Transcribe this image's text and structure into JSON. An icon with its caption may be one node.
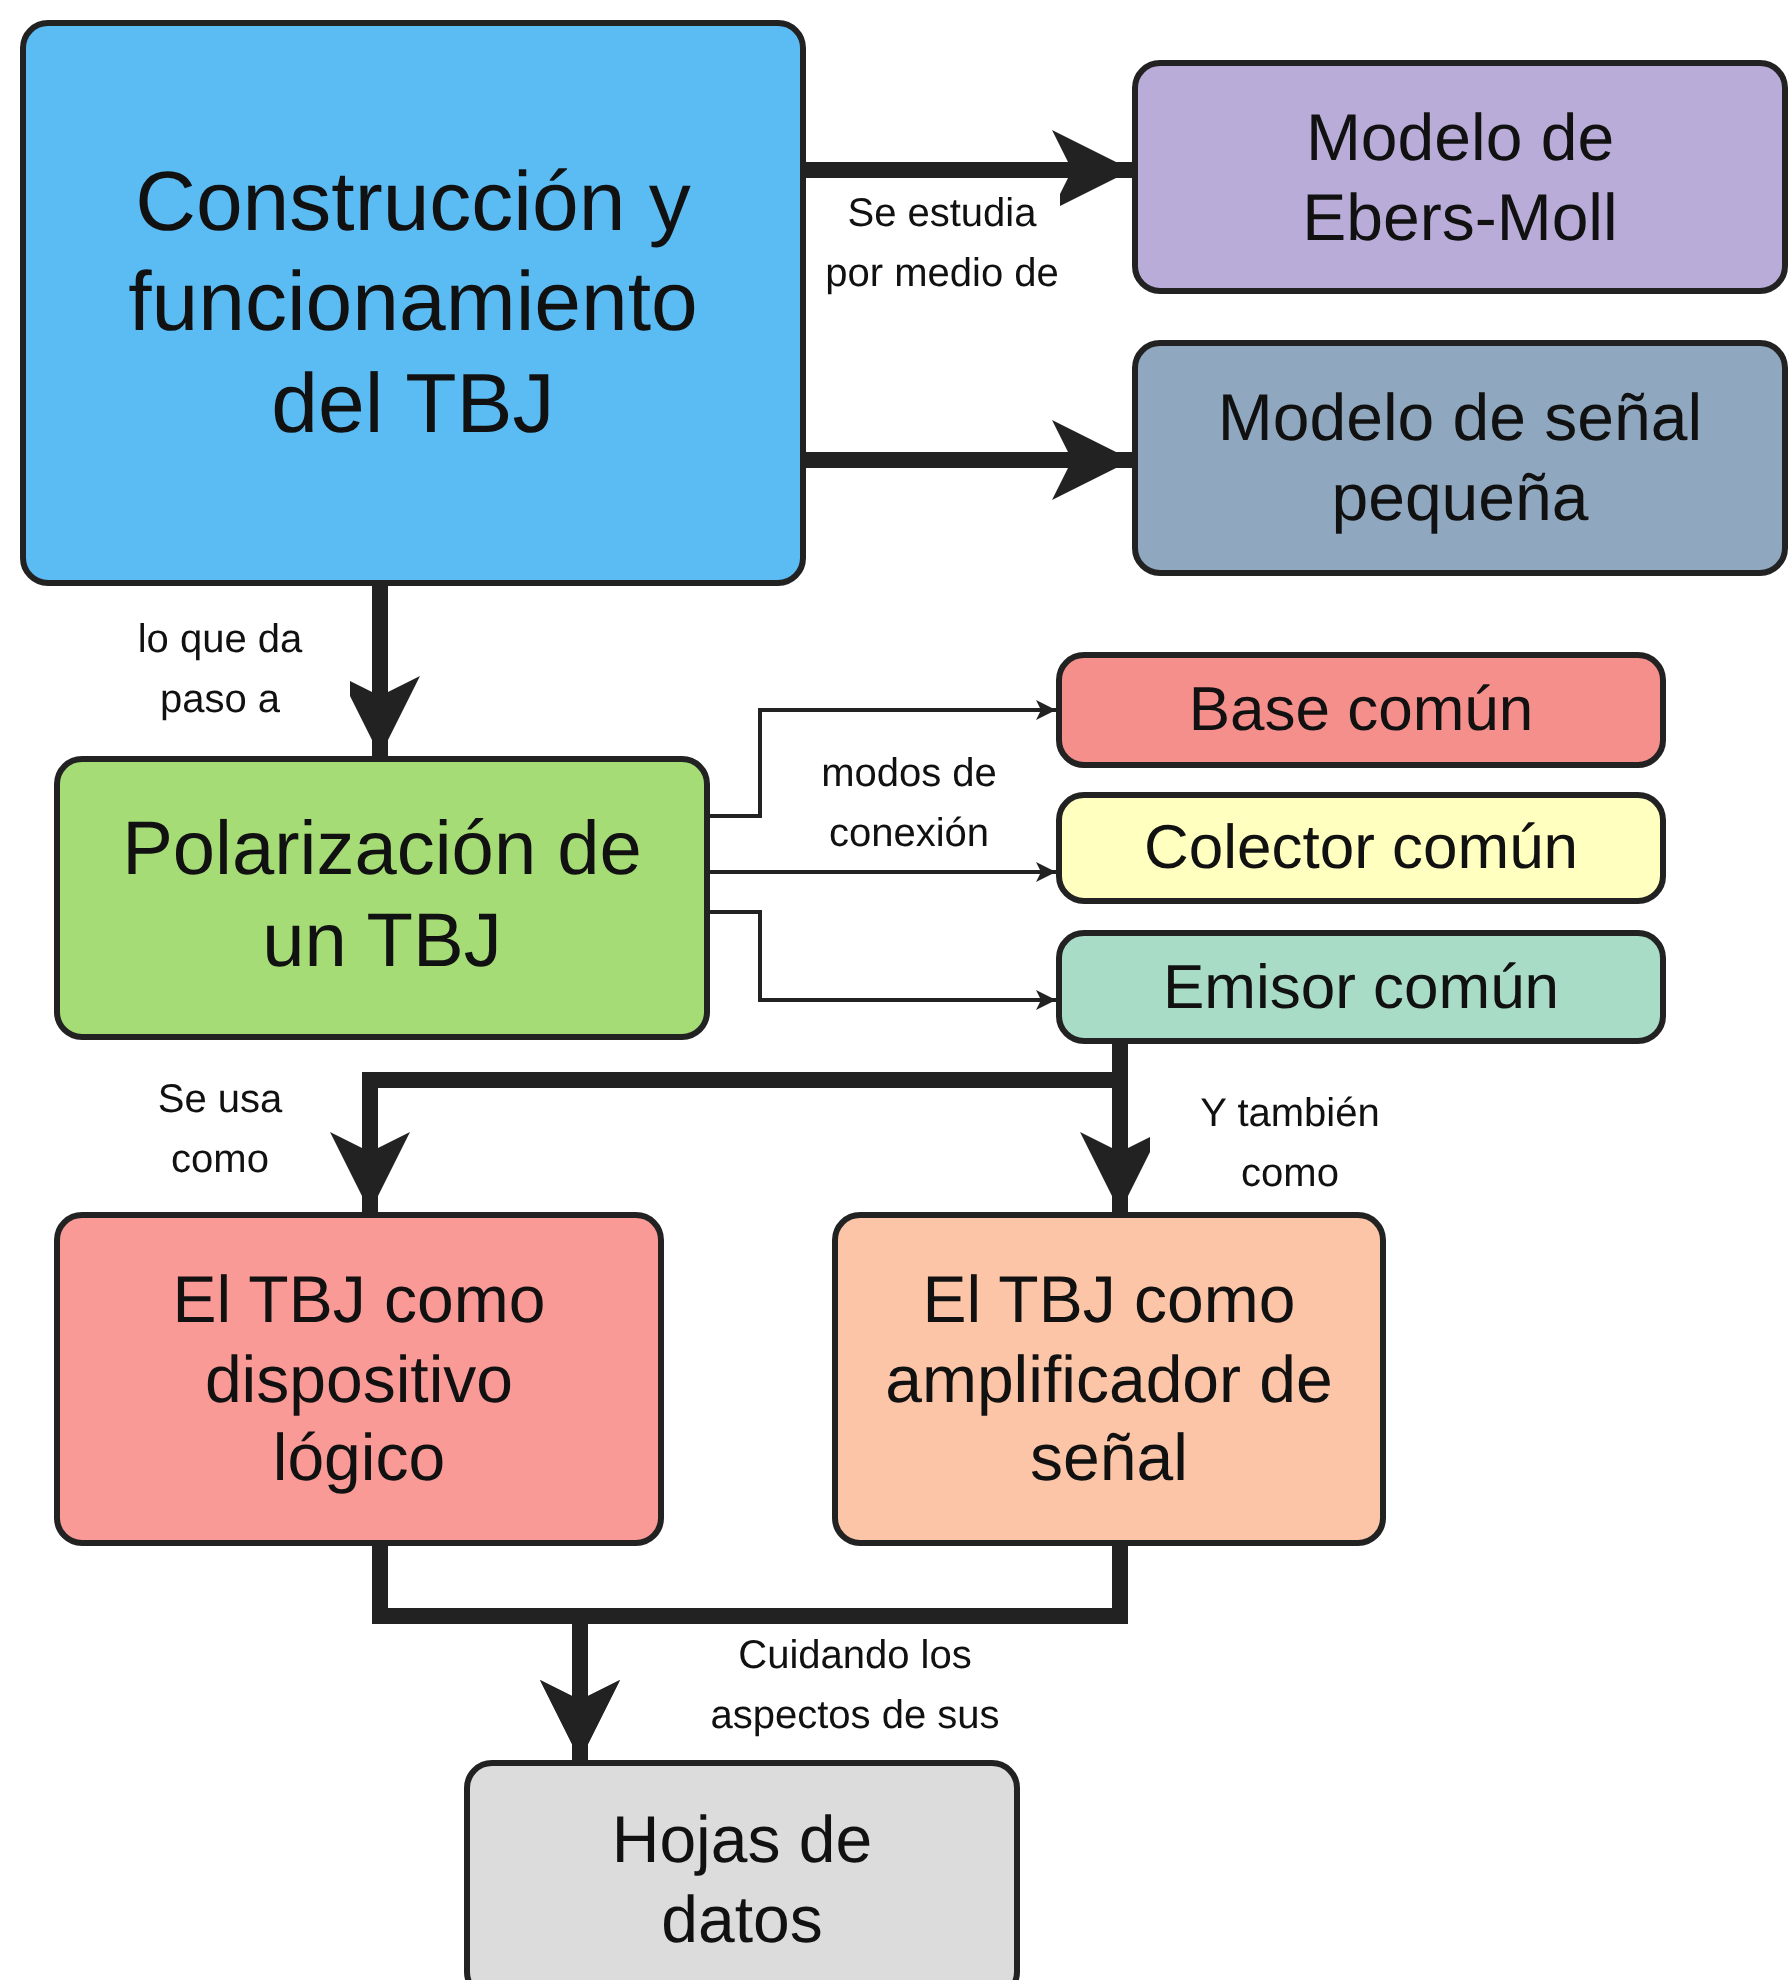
{
  "diagram": {
    "nodes": [
      {
        "text": [
          "Construcción y funcionamiento del TBJ"
        ]
      },
      {
        "text": [
          "Modelo de Ebers-Moll"
        ]
      },
      {
        "text": [
          "Modelo de señal pequeña"
        ]
      },
      {
        "text": [
          "Polarización de un TBJ"
        ]
      },
      {
        "text": [
          "Base común"
        ]
      },
      {
        "text": [
          "Colector común"
        ]
      },
      {
        "text": [
          "Emisor común"
        ]
      },
      {
        "text": [
          "El TBJ como dispositivo lógico"
        ]
      },
      {
        "text": [
          "El TBJ como amplificador de señal"
        ]
      },
      {
        "text": [
          "Hojas de datos"
        ]
      }
    ],
    "edges": [
      {
        "from": 0,
        "to": 1,
        "arrow": "to",
        "label": "Se estudia por medio de"
      },
      {
        "from": 0,
        "to": 2,
        "arrow": "to"
      },
      {
        "from": 0,
        "to": 3,
        "arrow": "to",
        "label": "lo que da paso a"
      },
      {
        "from": 3,
        "to": 4,
        "arrow": "to",
        "label": "modos de conexión"
      },
      {
        "from": 3,
        "to": 5,
        "arrow": "to"
      },
      {
        "from": 3,
        "to": 6,
        "arrow": "to"
      },
      {
        "from": 6,
        "to": 7,
        "arrow": "to",
        "label": "Se usa como"
      },
      {
        "from": 6,
        "to": 8,
        "arrow": "to",
        "label": "Y también como"
      },
      {
        "from": 7,
        "to": 9,
        "arrow": "to"
      },
      {
        "from": 8,
        "to": 9,
        "arrow": "to",
        "label": "Cuidando los aspectos de sus"
      }
    ]
  }
}
